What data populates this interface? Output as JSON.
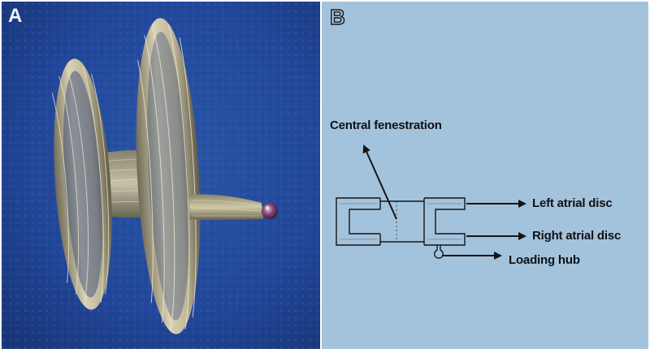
{
  "panels": {
    "a": {
      "letter": "A",
      "photo_description_icon": "septal-occluder-photo-icon"
    },
    "b": {
      "letter": "B",
      "labels": {
        "central_fenestration": "Central fenestration",
        "left_atrial_disc": "Left atrial disc",
        "right_atrial_disc": "Right atrial disc",
        "loading_hub": "Loading hub"
      }
    }
  },
  "colors": {
    "panel_a_background": "#1f3f86",
    "panel_b_background": "#a3c3dd",
    "wire_mesh": "#c9c2a6",
    "hub_bead": "#8a4a7a",
    "line": "#151515"
  }
}
